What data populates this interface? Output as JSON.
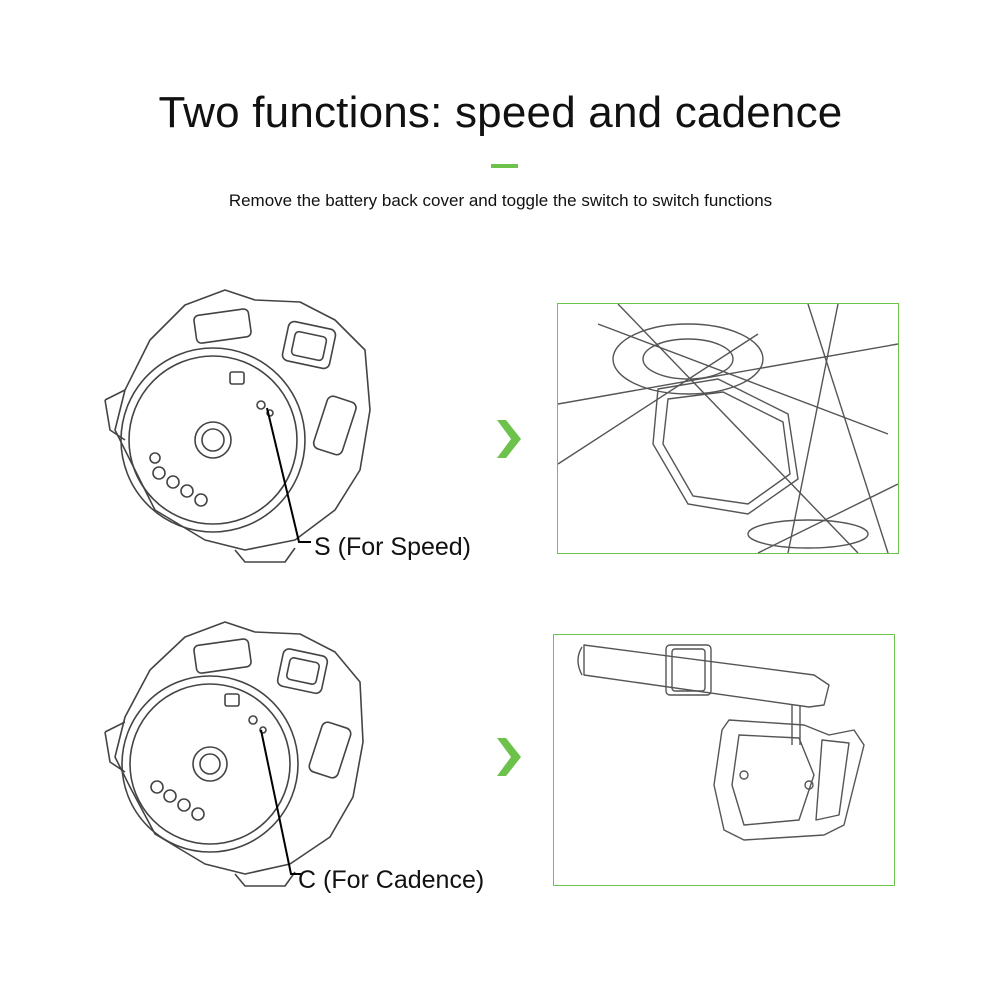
{
  "header": {
    "title": "Two functions: speed and cadence",
    "subtitle": "Remove the battery back cover and toggle the switch to switch functions",
    "accent_color": "#6cc24a"
  },
  "rows": [
    {
      "label": "S (For Speed)",
      "illustration": "sensor-on-wheel-hub",
      "arrow_icon": "chevron-right-icon"
    },
    {
      "label": "C (For Cadence)",
      "illustration": "sensor-on-crank-arm",
      "arrow_icon": "chevron-right-icon"
    }
  ]
}
